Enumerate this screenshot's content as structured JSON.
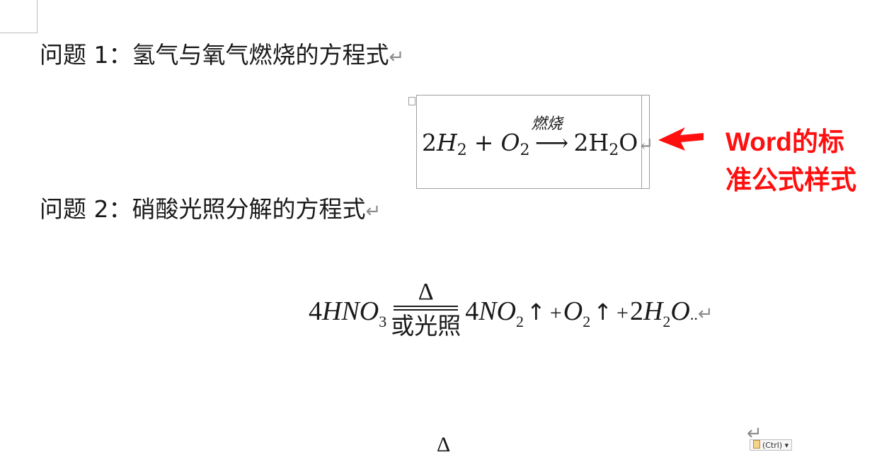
{
  "doc": {
    "q1": {
      "label": "问题 1：",
      "text": "氢气与氧气燃烧的方程式"
    },
    "q2": {
      "label": "问题 2：",
      "text": "硝酸光照分解的方程式"
    },
    "paragraph_mark": "↵",
    "eq1": {
      "coef1": "2",
      "H": "H",
      "sub2": "2",
      "plus": "+",
      "O": "O",
      "sub2b": "2",
      "condition": "燃烧",
      "arrow": "⟶",
      "product": "2H",
      "sub2c": "2",
      "productO": "O"
    },
    "eq2": {
      "c1": "4",
      "HNO": "HNO",
      "s3": "3",
      "delta": "Δ",
      "cond": "或光照",
      "c2": "4",
      "NO": "NO",
      "s2a": "2",
      "up": "↑",
      "plus": "+",
      "O": "O",
      "s2b": "2",
      "c3": "2",
      "H": "H",
      "s2c": "2",
      "O2": "O",
      "dots": ".."
    },
    "bottom": {
      "delta": "Δ",
      "paste": "(Ctrl) ▾"
    }
  },
  "annotation": {
    "line1": "Word的标",
    "line2": "准公式样式",
    "color": "#ff0f0f"
  }
}
